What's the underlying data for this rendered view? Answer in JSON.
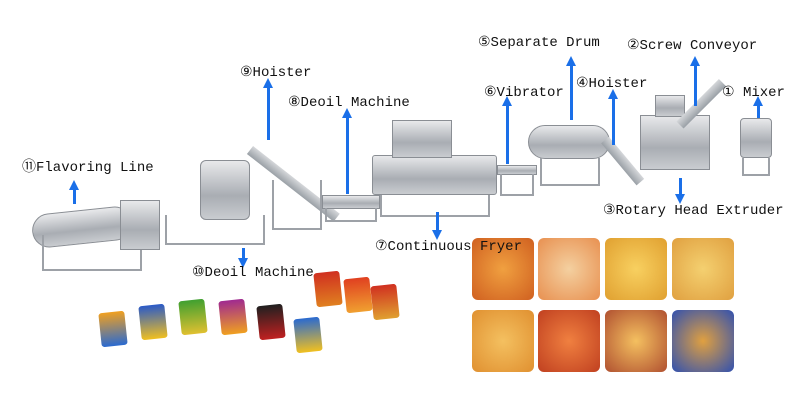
{
  "labels": {
    "mixer": "① Mixer",
    "screw_conveyor": "②Screw Conveyor",
    "rotary_head_extruder": "③Rotary Head Extruder",
    "hoister_4": "④Hoister",
    "separate_drum": "⑤Separate Drum",
    "vibrator": "⑥Vibrator",
    "continuous_fryer": "⑦Continuous Fryer",
    "deoil_machine_8": "⑧Deoil Machine",
    "hoister_9": "⑨Hoister",
    "deoil_machine_10": "⑩Deoil Machine",
    "flavoring_line": "⑪Flavoring Line"
  },
  "colors": {
    "arrow": "#1a6fe8",
    "machine": "#b0b4b9"
  }
}
